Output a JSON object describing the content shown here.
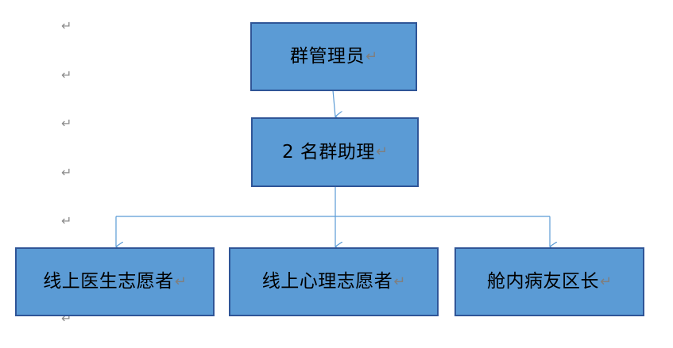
{
  "paragraph_mark": "↵",
  "diagram": {
    "top": {
      "label": "群管理员"
    },
    "middle": {
      "label": "2 名群助理"
    },
    "children": [
      {
        "label": "线上医生志愿者"
      },
      {
        "label": "线上心理志愿者"
      },
      {
        "label": "舱内病友区长"
      }
    ]
  },
  "colors": {
    "box_fill": "#5b9bd5",
    "box_border": "#2f5597",
    "connector": "#5b9bd5"
  }
}
